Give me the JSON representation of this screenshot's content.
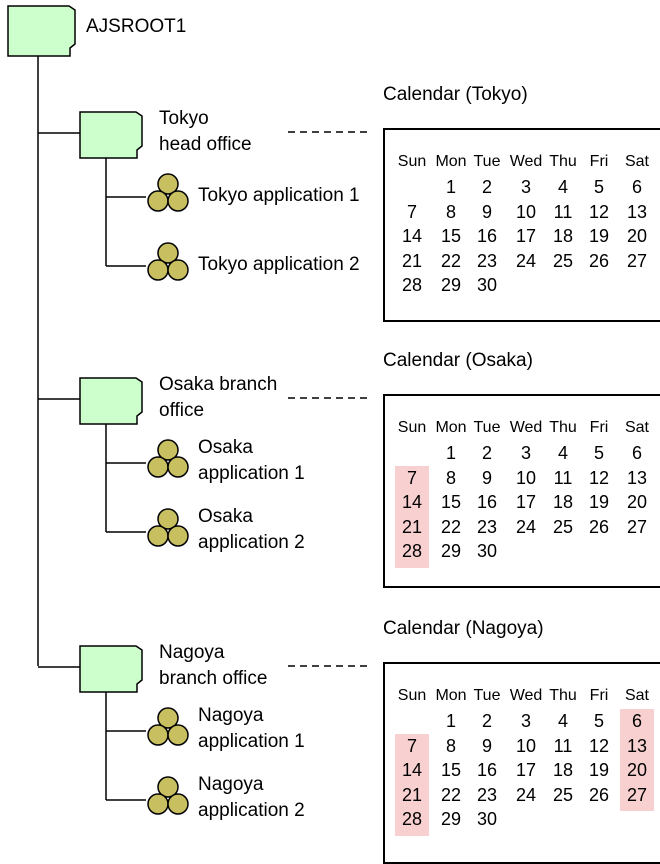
{
  "root": {
    "label": "AJSROOT1"
  },
  "colors": {
    "folder_fill": "#ccffcc",
    "job_fill": "#c8c060",
    "holiday_fill": "#f8d0d0",
    "line": "#000000"
  },
  "groups": [
    {
      "label_lines": [
        "Tokyo",
        "head office"
      ],
      "jobs": [
        {
          "lines": [
            "Tokyo application 1"
          ]
        },
        {
          "lines": [
            "Tokyo application 2"
          ]
        }
      ],
      "calendar": {
        "title": "Calendar (Tokyo)",
        "weekdays": [
          "Sun",
          "Mon",
          "Tue",
          "Wed",
          "Thu",
          "Fri",
          "Sat"
        ],
        "weeks": [
          [
            "",
            "1",
            "2",
            "3",
            "4",
            "5",
            "6"
          ],
          [
            "7",
            "8",
            "9",
            "10",
            "11",
            "12",
            "13"
          ],
          [
            "14",
            "15",
            "16",
            "17",
            "18",
            "19",
            "20"
          ],
          [
            "21",
            "22",
            "23",
            "24",
            "25",
            "26",
            "27"
          ],
          [
            "28",
            "29",
            "30",
            "",
            "",
            "",
            ""
          ]
        ],
        "holiday_columns": []
      }
    },
    {
      "label_lines": [
        "Osaka branch",
        "office"
      ],
      "jobs": [
        {
          "lines": [
            "Osaka",
            "application 1"
          ]
        },
        {
          "lines": [
            "Osaka",
            "application 2"
          ]
        }
      ],
      "calendar": {
        "title": "Calendar (Osaka)",
        "weekdays": [
          "Sun",
          "Mon",
          "Tue",
          "Wed",
          "Thu",
          "Fri",
          "Sat"
        ],
        "weeks": [
          [
            "",
            "1",
            "2",
            "3",
            "4",
            "5",
            "6"
          ],
          [
            "7",
            "8",
            "9",
            "10",
            "11",
            "12",
            "13"
          ],
          [
            "14",
            "15",
            "16",
            "17",
            "18",
            "19",
            "20"
          ],
          [
            "21",
            "22",
            "23",
            "24",
            "25",
            "26",
            "27"
          ],
          [
            "28",
            "29",
            "30",
            "",
            "",
            "",
            ""
          ]
        ],
        "holiday_columns": [
          "Sun"
        ]
      }
    },
    {
      "label_lines": [
        "Nagoya",
        "branch office"
      ],
      "jobs": [
        {
          "lines": [
            "Nagoya",
            "application 1"
          ]
        },
        {
          "lines": [
            "Nagoya",
            "application 2"
          ]
        }
      ],
      "calendar": {
        "title": "Calendar (Nagoya)",
        "weekdays": [
          "Sun",
          "Mon",
          "Tue",
          "Wed",
          "Thu",
          "Fri",
          "Sat"
        ],
        "weeks": [
          [
            "",
            "1",
            "2",
            "3",
            "4",
            "5",
            "6"
          ],
          [
            "7",
            "8",
            "9",
            "10",
            "11",
            "12",
            "13"
          ],
          [
            "14",
            "15",
            "16",
            "17",
            "18",
            "19",
            "20"
          ],
          [
            "21",
            "22",
            "23",
            "24",
            "25",
            "26",
            "27"
          ],
          [
            "28",
            "29",
            "30",
            "",
            "",
            "",
            ""
          ]
        ],
        "holiday_columns": [
          "Sun",
          "Sat"
        ]
      }
    }
  ]
}
